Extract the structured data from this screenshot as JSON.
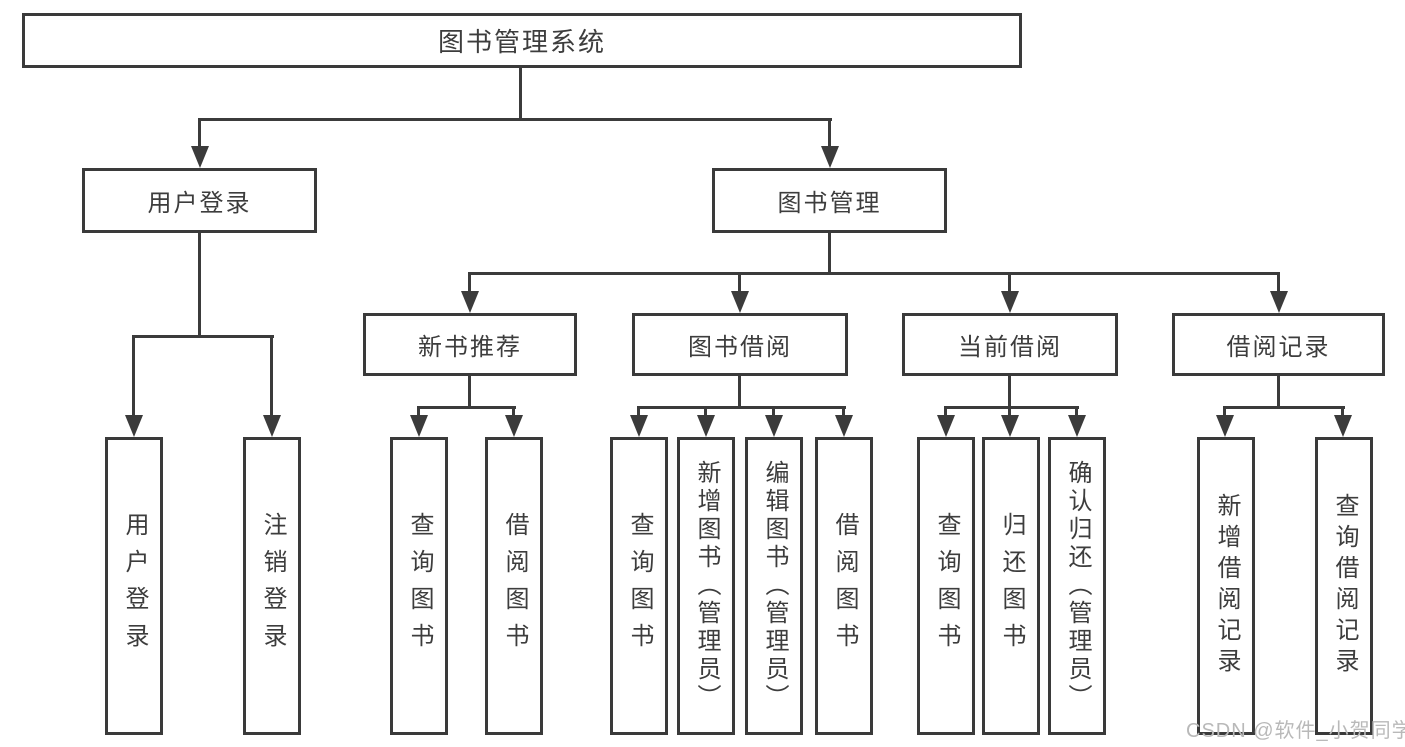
{
  "diagram_type": "hierarchy-tree",
  "colors": {
    "background": "#ffffff",
    "box_border": "#3a3a3a",
    "line": "#3b3b3b",
    "text": "#3d3d3d",
    "watermark": "#b9b9b9"
  },
  "tree": {
    "label": "图书管理系统",
    "children": [
      {
        "label": "用户登录",
        "children": [
          {
            "label": "用户登录"
          },
          {
            "label": "注销登录"
          }
        ]
      },
      {
        "label": "图书管理",
        "children": [
          {
            "label": "新书推荐",
            "children": [
              {
                "label": "查询图书"
              },
              {
                "label": "借阅图书"
              }
            ]
          },
          {
            "label": "图书借阅",
            "children": [
              {
                "label": "查询图书"
              },
              {
                "label": "新增图书（管理员）"
              },
              {
                "label": "编辑图书（管理员）"
              },
              {
                "label": "借阅图书"
              }
            ]
          },
          {
            "label": "当前借阅",
            "children": [
              {
                "label": "查询图书"
              },
              {
                "label": "归还图书"
              },
              {
                "label": "确认归还（管理员）"
              }
            ]
          },
          {
            "label": "借阅记录",
            "children": [
              {
                "label": "新增借阅记录"
              },
              {
                "label": "查询借阅记录"
              }
            ]
          }
        ]
      }
    ]
  },
  "watermark": {
    "text": "CSDN @软件_小贺同学"
  }
}
